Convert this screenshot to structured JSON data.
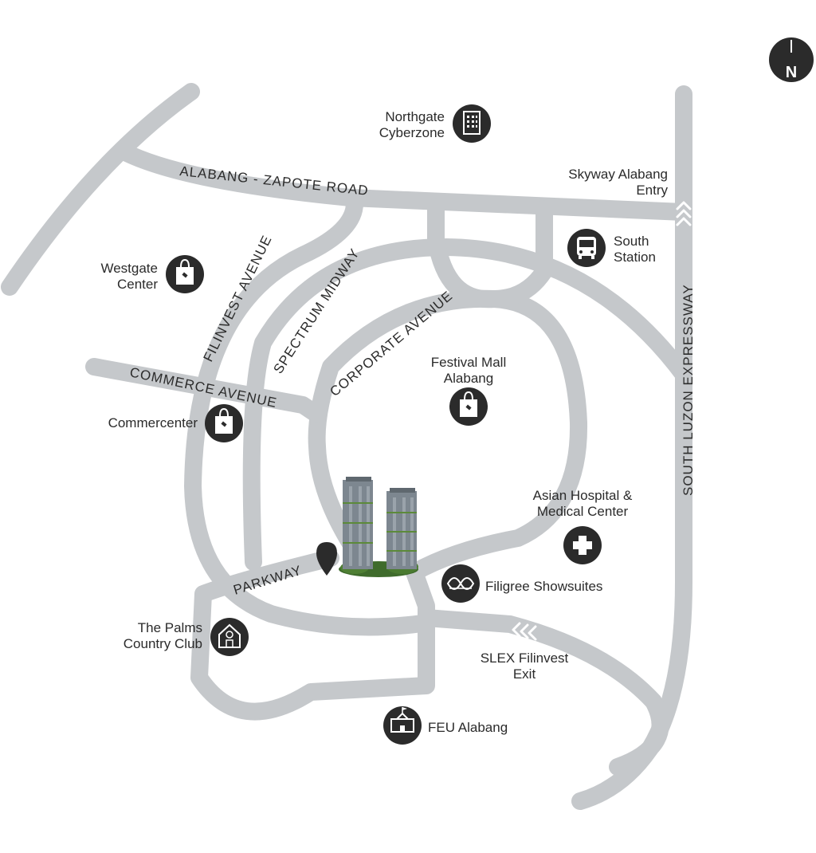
{
  "compass": {
    "letter": "N"
  },
  "roads": {
    "alabang_zapote": "ALABANG - ZAPOTE ROAD",
    "filinvest_avenue": "FILINVEST AVENUE",
    "spectrum_midway": "SPECTRUM MIDWAY",
    "corporate_avenue": "CORPORATE AVENUE",
    "commerce_avenue": "COMMERCE AVENUE",
    "parkway": "PARKWAY",
    "slex": "SOUTH LUZON EXPRESSWAY"
  },
  "pois": {
    "northgate": {
      "line1": "Northgate",
      "line2": "Cyberzone",
      "icon": "building-icon"
    },
    "skyway": {
      "line1": "Skyway Alabang",
      "line2": "Entry"
    },
    "south_station": {
      "line1": "South",
      "line2": "Station",
      "icon": "bus-icon"
    },
    "westgate": {
      "line1": "Westgate",
      "line2": "Center",
      "icon": "shopping-bag-icon"
    },
    "festival_mall": {
      "line1": "Festival Mall",
      "line2": "Alabang",
      "icon": "shopping-bag-icon"
    },
    "commercenter": {
      "line1": "Commercenter",
      "icon": "shopping-bag-icon"
    },
    "asian_hospital": {
      "line1": "Asian Hospital &",
      "line2": "Medical Center",
      "icon": "medical-cross-icon"
    },
    "filigree": {
      "line1": "Filigree Showsuites",
      "icon": "filigree-logo-icon"
    },
    "palms": {
      "line1": "The Palms",
      "line2": "Country Club",
      "icon": "clubhouse-icon"
    },
    "slex_exit": {
      "line1": "SLEX Filinvest",
      "line2": "Exit"
    },
    "feu": {
      "line1": "FEU Alabang",
      "icon": "school-icon"
    }
  },
  "colors": {
    "road": "#c5c8cb",
    "icon": "#2b2b2b",
    "text": "#2b2b2b"
  }
}
